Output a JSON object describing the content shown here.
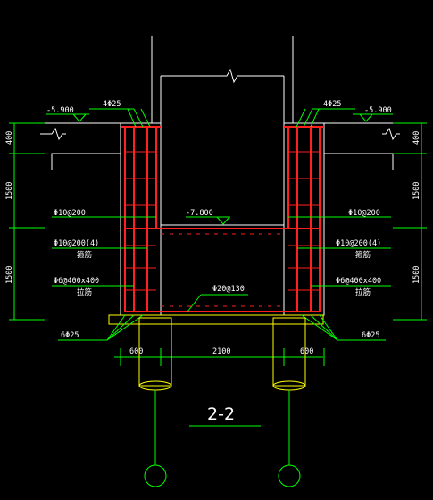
{
  "drawing": {
    "section_title": "2-2",
    "colors": {
      "background": "#000000",
      "dimension_lines": "#00ff00",
      "rebar": "#ff2020",
      "concrete_outline": "#ffffff",
      "pile_outline": "#ffff00"
    },
    "elevations": {
      "top_left": "-5.900",
      "top_right": "-5.900",
      "pit_bottom": "-7.800"
    },
    "rebar_labels": {
      "top_left": "4Φ25",
      "top_right": "4Φ25",
      "vertical_left": "Φ10@200",
      "vertical_right": "Φ10@200",
      "stirrup_left": "Φ10@200(4)",
      "stirrup_right": "Φ10@200(4)",
      "stirrup_left_note": "箍筋",
      "stirrup_right_note": "箍筋",
      "tie_left": "Φ6@400x400",
      "tie_right": "Φ6@400x400",
      "tie_left_note": "拉筋",
      "tie_right_note": "拉筋",
      "bottom_slab": "Φ20@130",
      "bottom_left": "6Φ25",
      "bottom_right": "6Φ25"
    },
    "dimensions": {
      "left_top": "400",
      "left_mid": "1500",
      "left_bottom": "1500",
      "right_top": "400",
      "right_mid": "1500",
      "right_bottom": "1500",
      "bottom_left": "600",
      "bottom_center": "2100",
      "bottom_right": "600"
    }
  }
}
